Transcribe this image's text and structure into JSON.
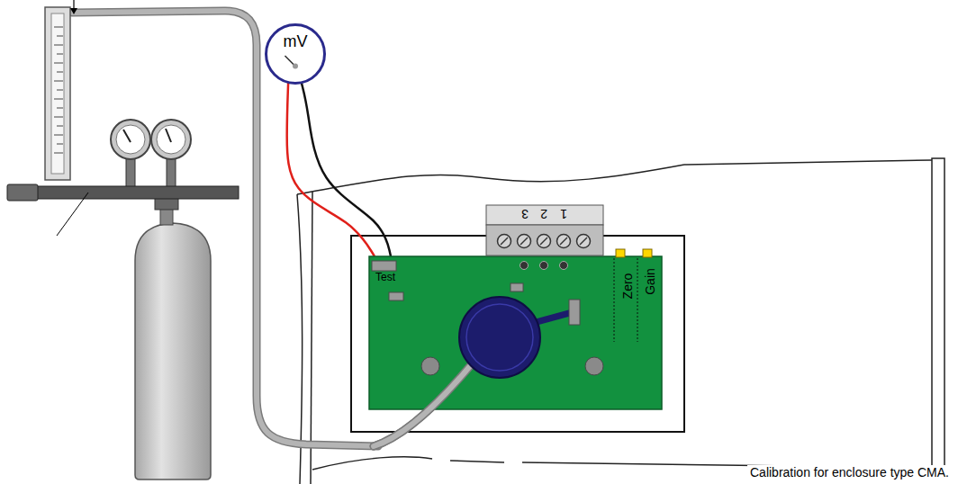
{
  "diagram": {
    "caption": "Calibration for enclosure type CMA.",
    "nodes": [
      {
        "text": [
          "mV"
        ]
      },
      {
        "text": [
          "Test",
          "Zero",
          "Gain"
        ]
      }
    ],
    "edges": [
      {
        "from": 0,
        "to": 1,
        "arrow": "none"
      },
      {
        "from": 0,
        "to": 1,
        "arrow": "none"
      }
    ],
    "labels": [
      "3",
      "2",
      "1"
    ]
  }
}
